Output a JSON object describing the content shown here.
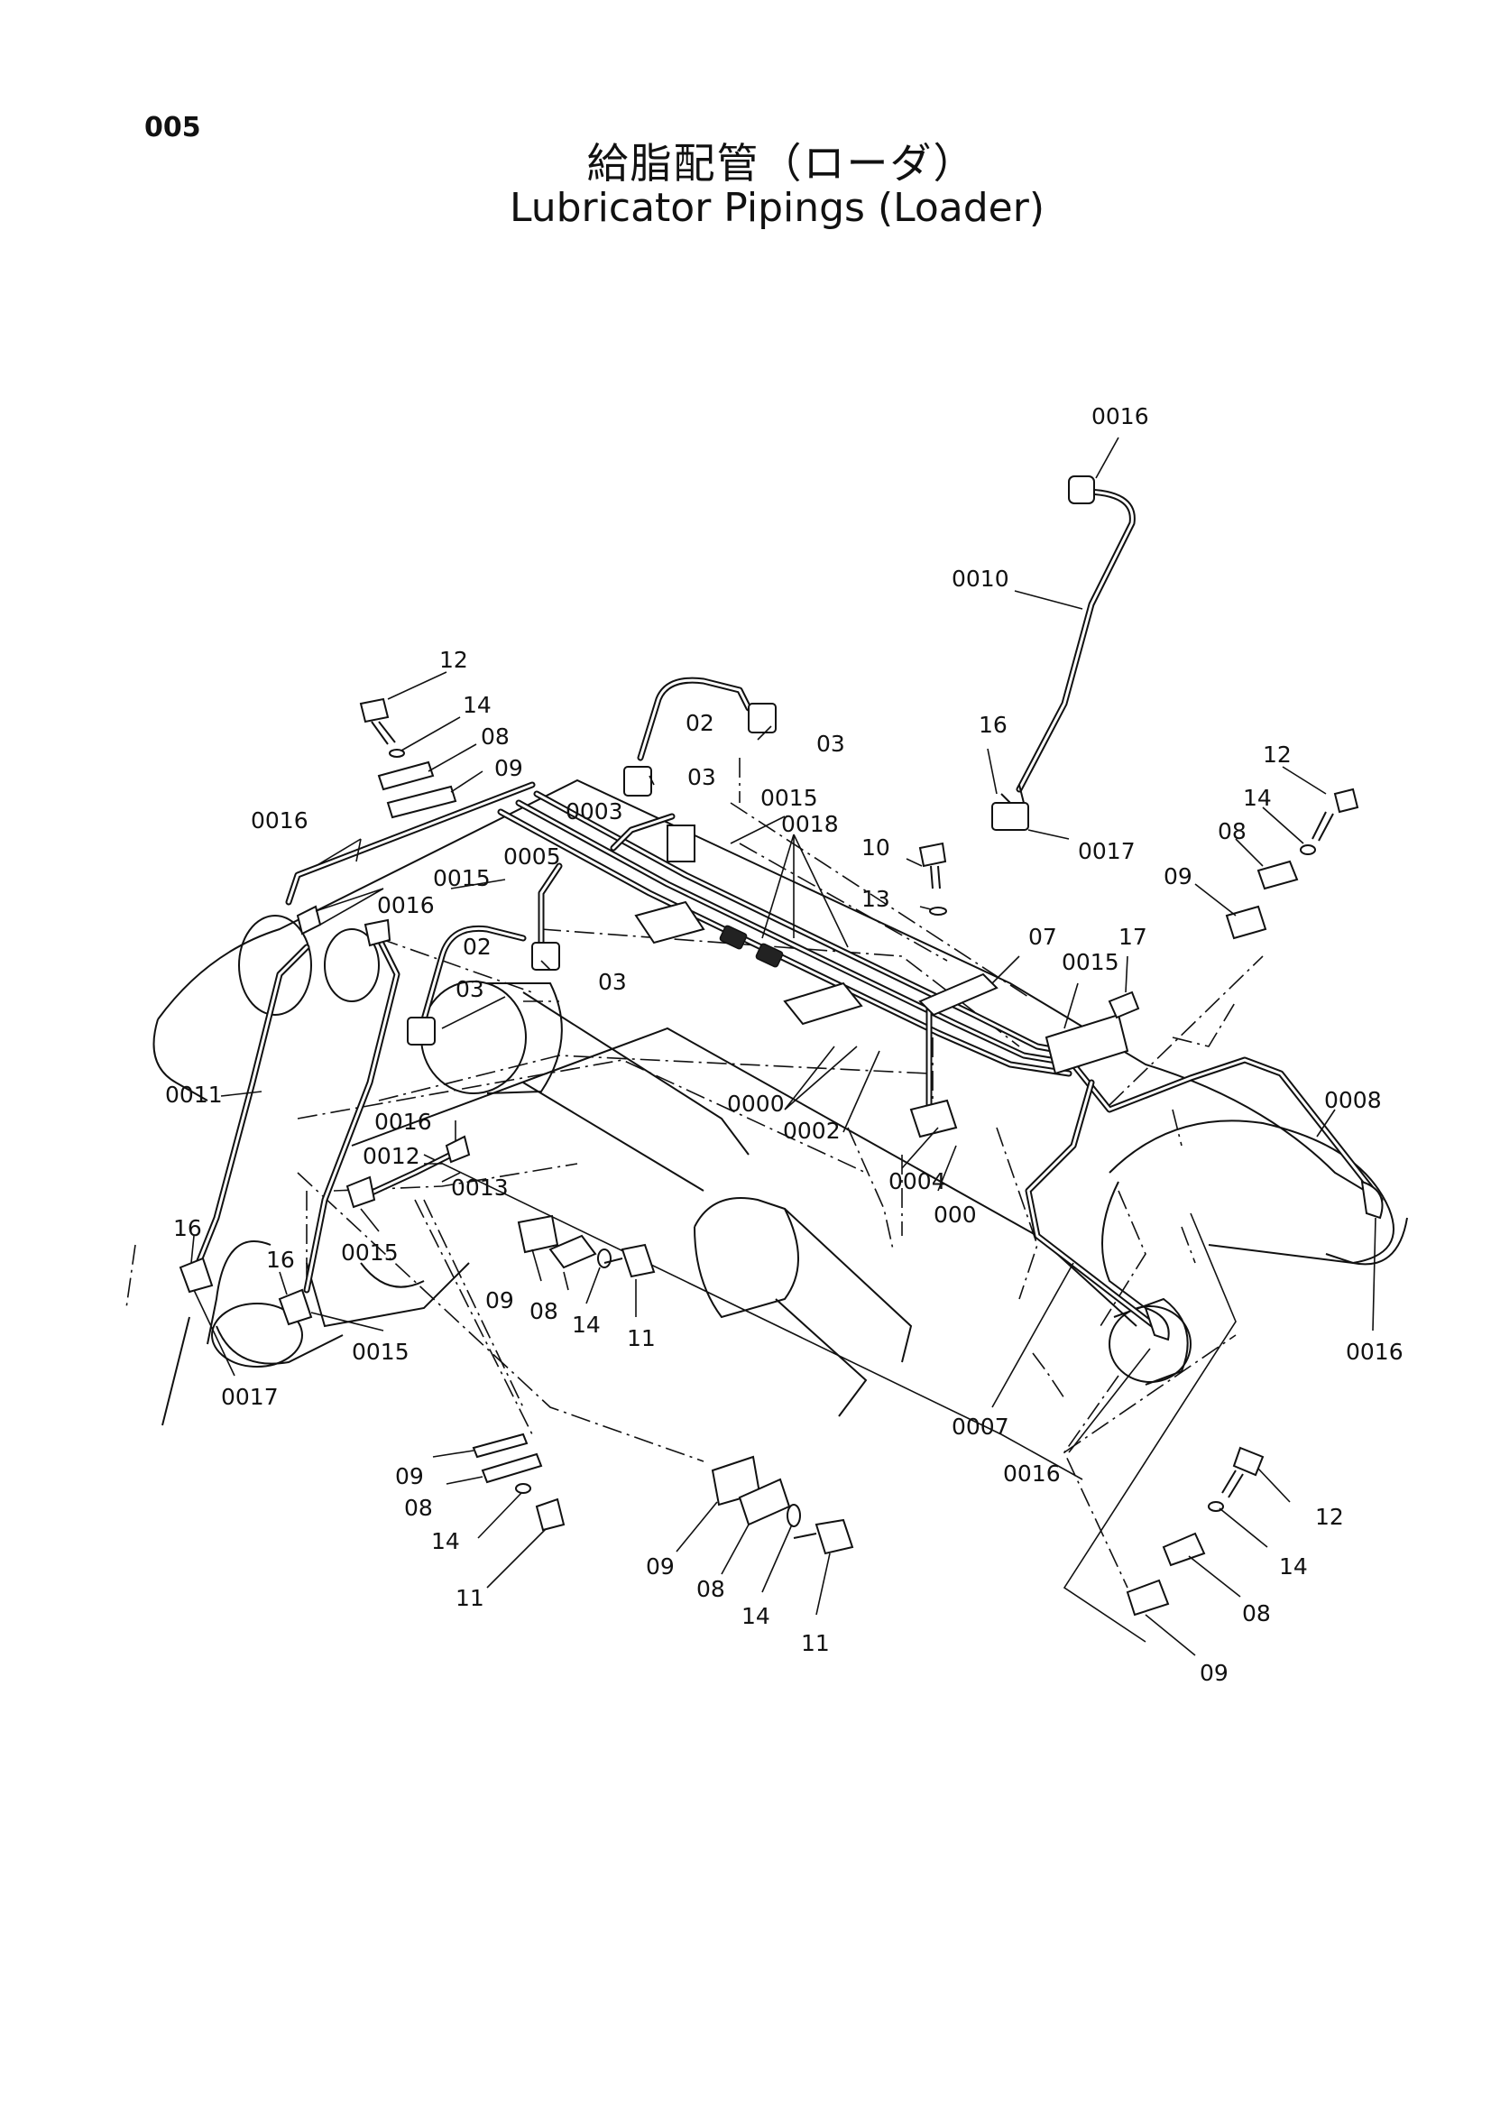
{
  "page_number": "005",
  "title_jp": "給脂配管（ローダ）",
  "title_en": "Lubricator Pipings (Loader)",
  "callouts": [
    {
      "id": "c-0016-top",
      "text": "0016"
    },
    {
      "id": "c-0010",
      "text": "0010"
    },
    {
      "id": "c-16-top",
      "text": "16"
    },
    {
      "id": "c-0017-top",
      "text": "0017"
    },
    {
      "id": "c-12-left",
      "text": "12"
    },
    {
      "id": "c-14-left",
      "text": "14"
    },
    {
      "id": "c-08-left",
      "text": "08"
    },
    {
      "id": "c-09-left",
      "text": "09"
    },
    {
      "id": "c-02-top",
      "text": "02"
    },
    {
      "id": "c-03-top-right",
      "text": "03"
    },
    {
      "id": "c-03-top-left",
      "text": "03"
    },
    {
      "id": "c-0015-top",
      "text": "0015"
    },
    {
      "id": "c-0018",
      "text": "0018"
    },
    {
      "id": "c-0003",
      "text": "0003"
    },
    {
      "id": "c-0005",
      "text": "0005"
    },
    {
      "id": "c-0016-left",
      "text": "0016"
    },
    {
      "id": "c-0015-mid",
      "text": "0015"
    },
    {
      "id": "c-0016-mid",
      "text": "0016"
    },
    {
      "id": "c-02-mid",
      "text": "02"
    },
    {
      "id": "c-03-mid-left",
      "text": "03"
    },
    {
      "id": "c-03-mid-right",
      "text": "03"
    },
    {
      "id": "c-10",
      "text": "10"
    },
    {
      "id": "c-13",
      "text": "13"
    },
    {
      "id": "c-07",
      "text": "07"
    },
    {
      "id": "c-17",
      "text": "17"
    },
    {
      "id": "c-0015-right",
      "text": "0015"
    },
    {
      "id": "c-12-right-top",
      "text": "12"
    },
    {
      "id": "c-14-right-top",
      "text": "14"
    },
    {
      "id": "c-08-right-top",
      "text": "08"
    },
    {
      "id": "c-09-right-top",
      "text": "09"
    },
    {
      "id": "c-0011",
      "text": "0011"
    },
    {
      "id": "c-0000",
      "text": "0000"
    },
    {
      "id": "c-0002",
      "text": "0002"
    },
    {
      "id": "c-0004",
      "text": "0004"
    },
    {
      "id": "c-000",
      "text": "000"
    },
    {
      "id": "c-0008",
      "text": "0008"
    },
    {
      "id": "c-0016-b",
      "text": "0016"
    },
    {
      "id": "c-0012",
      "text": "0012"
    },
    {
      "id": "c-0013",
      "text": "0013"
    },
    {
      "id": "c-0015-b",
      "text": "0015"
    },
    {
      "id": "c-16-left",
      "text": "16"
    },
    {
      "id": "c-16-left2",
      "text": "16"
    },
    {
      "id": "c-0015-low",
      "text": "0015"
    },
    {
      "id": "c-0017-low",
      "text": "0017"
    },
    {
      "id": "c-09-mid",
      "text": "09"
    },
    {
      "id": "c-08-mid",
      "text": "08"
    },
    {
      "id": "c-14-mid",
      "text": "14"
    },
    {
      "id": "c-11-mid",
      "text": "11"
    },
    {
      "id": "c-0016-right",
      "text": "0016"
    },
    {
      "id": "c-0007",
      "text": "0007"
    },
    {
      "id": "c-0016-low",
      "text": "0016"
    },
    {
      "id": "c-09-bl",
      "text": "09"
    },
    {
      "id": "c-08-bl",
      "text": "08"
    },
    {
      "id": "c-14-bl",
      "text": "14"
    },
    {
      "id": "c-11-bl",
      "text": "11"
    },
    {
      "id": "c-09-bc",
      "text": "09"
    },
    {
      "id": "c-08-bc",
      "text": "08"
    },
    {
      "id": "c-14-bc",
      "text": "14"
    },
    {
      "id": "c-11-bc",
      "text": "11"
    },
    {
      "id": "c-12-br",
      "text": "12"
    },
    {
      "id": "c-14-br",
      "text": "14"
    },
    {
      "id": "c-08-br",
      "text": "08"
    },
    {
      "id": "c-09-br",
      "text": "09"
    }
  ]
}
